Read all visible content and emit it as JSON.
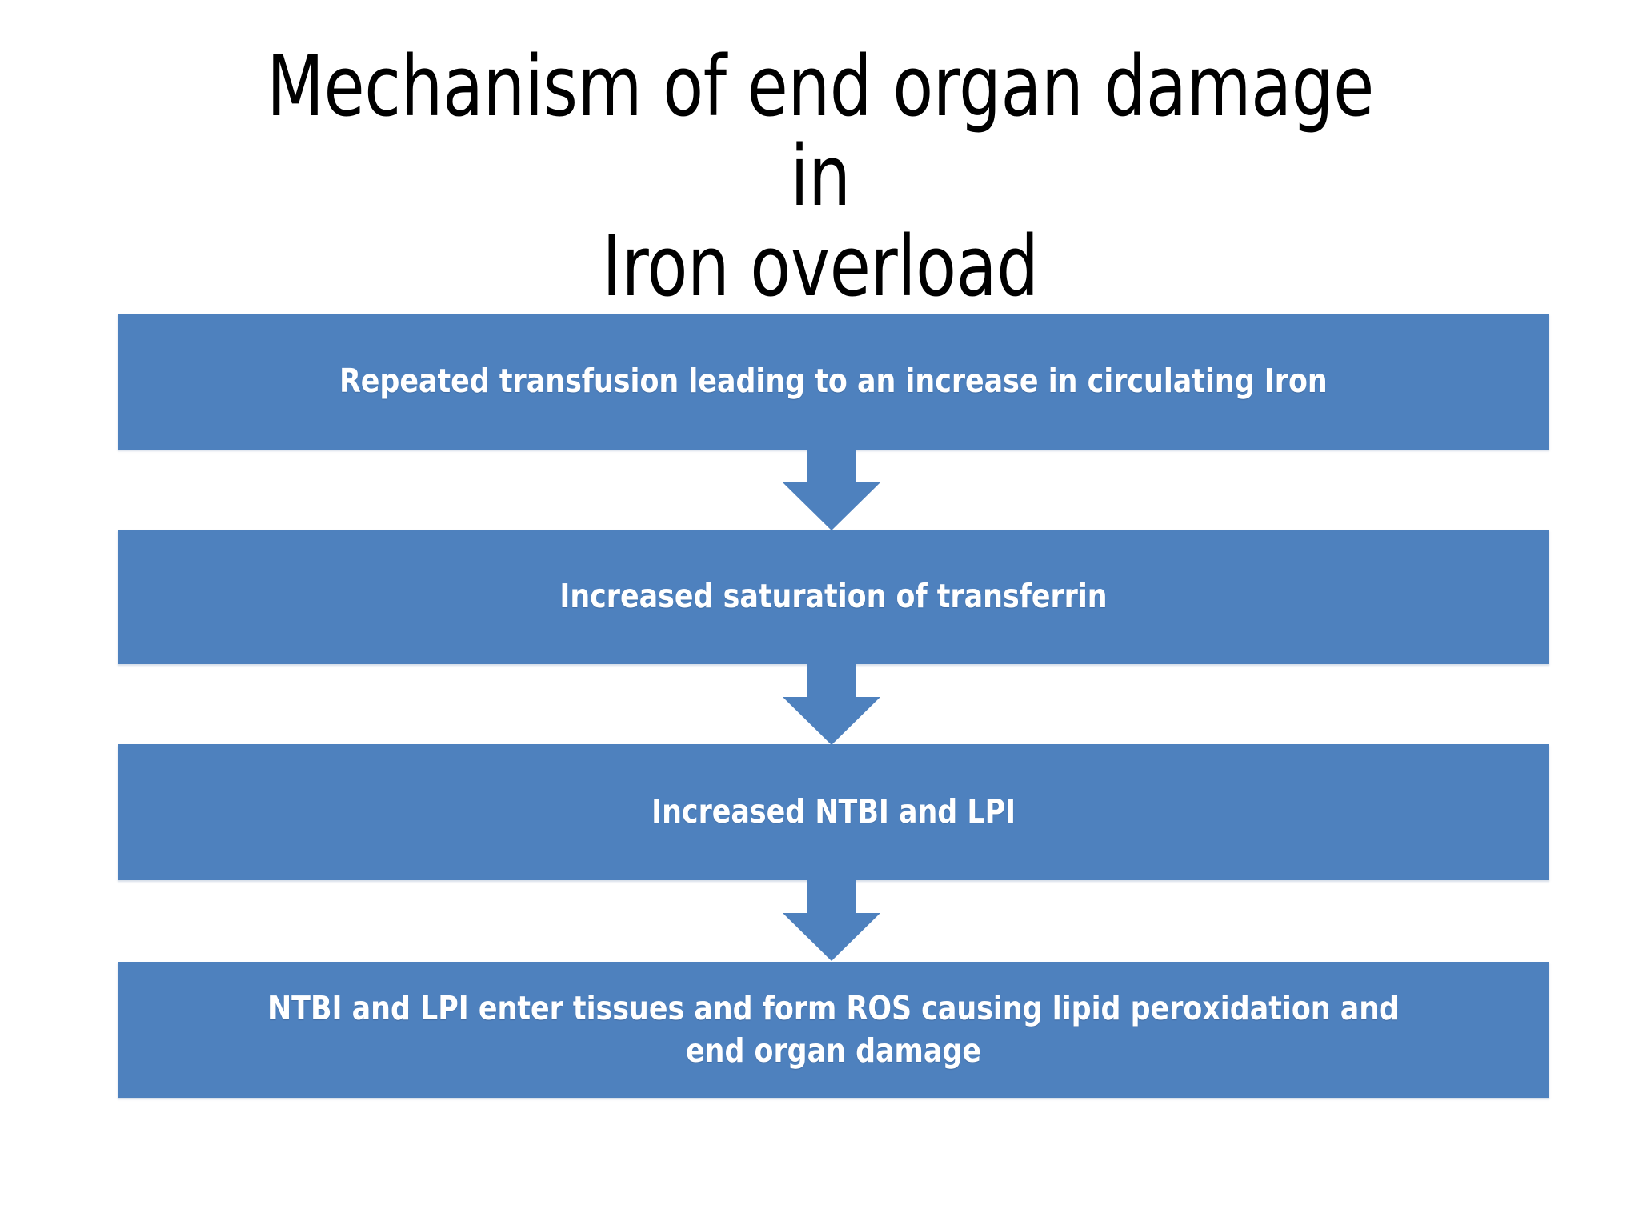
{
  "slide": {
    "background_color": "#FFFFFF",
    "title": "Mechanism of end organ damage in\nIron overload",
    "title_color": "#000000"
  },
  "flowchart": {
    "type": "vertical-process",
    "accent_color": "#4E81BE",
    "node_text_color": "#FFFFFF",
    "connector_icon": "down-arrow-icon",
    "nodes": [
      {
        "id": 1,
        "label": "Repeated transfusion leading to an increase in circulating Iron"
      },
      {
        "id": 2,
        "label": "Increased saturation of transferrin"
      },
      {
        "id": 3,
        "label": "Increased NTBI and LPI"
      },
      {
        "id": 4,
        "label": "NTBI and LPI enter tissues and form ROS causing lipid peroxidation and end organ damage"
      }
    ],
    "connectors": [
      {
        "id": 1,
        "from": 1,
        "to": 2,
        "direction": "down"
      },
      {
        "id": 2,
        "from": 2,
        "to": 3,
        "direction": "down"
      },
      {
        "id": 3,
        "from": 3,
        "to": 4,
        "direction": "down"
      }
    ]
  }
}
